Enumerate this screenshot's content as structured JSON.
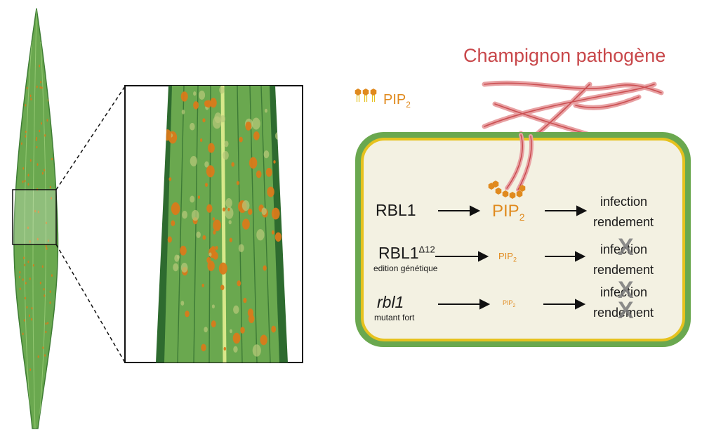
{
  "title": "Champignon pathogène",
  "legend_label": "PIP",
  "legend_sub": "2",
  "rows": [
    {
      "gene": "RBL1",
      "gene_sup": "",
      "caption": "",
      "italic": false,
      "pip_label": "PIP",
      "pip_sub": "2",
      "pip_size": "large",
      "infection": "infection",
      "rendement": "rendement",
      "infection_crossed": false,
      "rendement_crossed": false
    },
    {
      "gene": "RBL1",
      "gene_sup": "Δ12",
      "caption": "edition génétique",
      "italic": false,
      "pip_label": "PIP",
      "pip_sub": "2",
      "pip_size": "medium",
      "infection": "infection",
      "rendement": "rendement",
      "infection_crossed": true,
      "rendement_crossed": false
    },
    {
      "gene": "rbl1",
      "gene_sup": "",
      "caption": "mutant fort",
      "italic": true,
      "pip_label": "PIP",
      "pip_sub": "2",
      "pip_size": "small",
      "infection": "infection",
      "rendement": "rendement",
      "infection_crossed": true,
      "rendement_crossed": true
    }
  ],
  "colors": {
    "fungus": "#c8474a",
    "pip": "#e08a1e",
    "leaf": "#6aa84f",
    "leaf_dark": "#2e6b2f",
    "lesion": "#d97a1a",
    "cell_wall": "#6aa84f",
    "membrane": "#e6c21e",
    "cytoplasm": "#f3f1e2"
  }
}
